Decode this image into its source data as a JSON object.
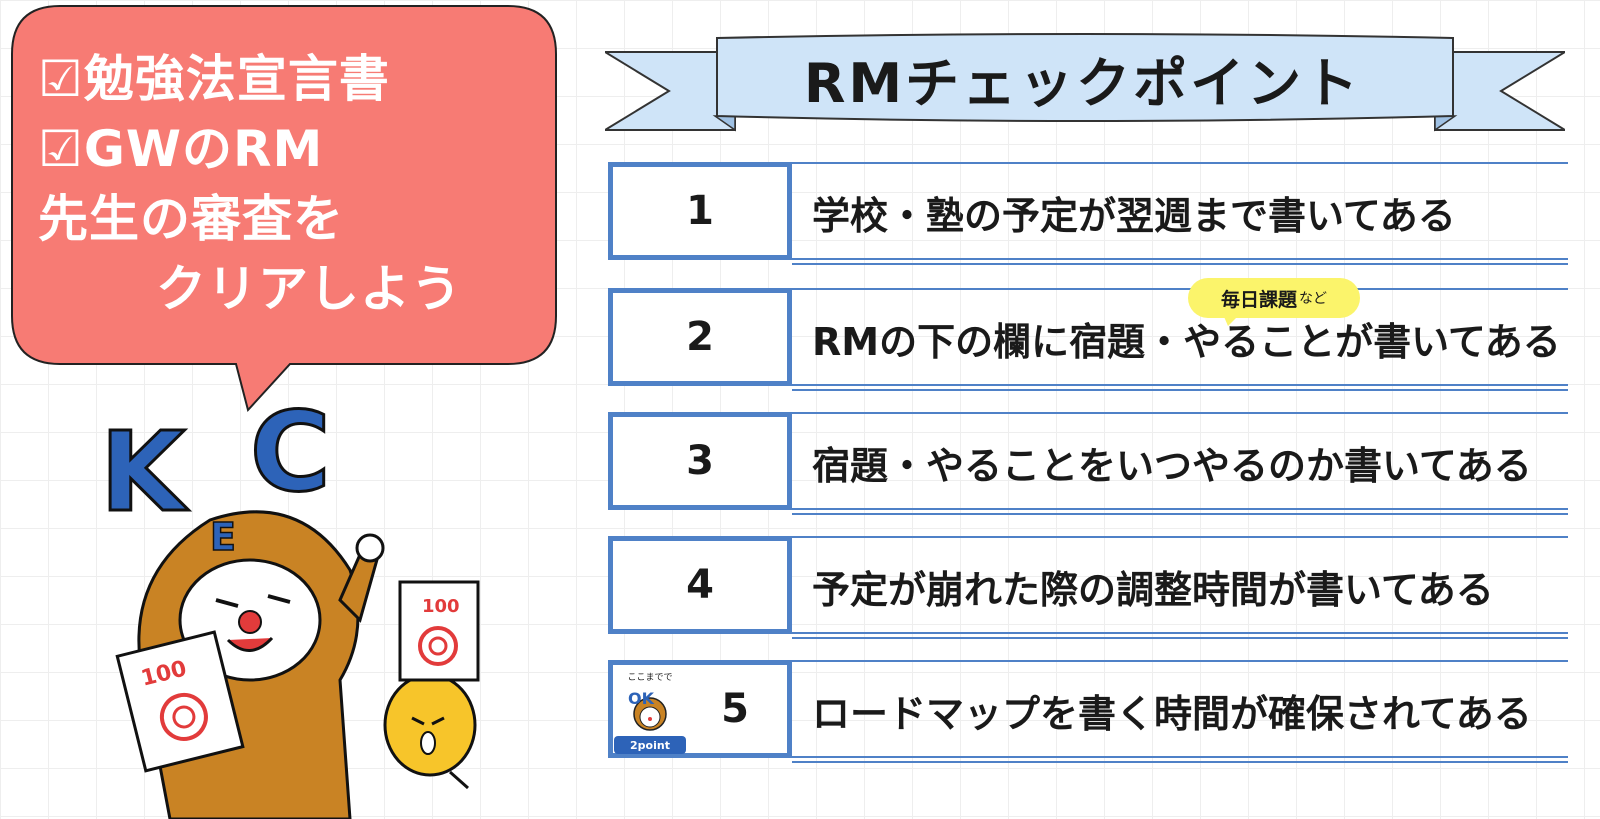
{
  "bubble": {
    "line1": "☑勉強法宣言書",
    "line2": "☑GWのRM",
    "line3": "先生の審査を",
    "line4": "クリアしよう",
    "color": "#f77b74"
  },
  "title": "RMチェックポイント",
  "note_tag": {
    "main": "毎日課題",
    "suffix": "など"
  },
  "checklist": [
    {
      "num": "1",
      "text": "学校・塾の予定が翌週まで書いてある"
    },
    {
      "num": "2",
      "text": "RMの下の欄に宿題・やることが書いてある"
    },
    {
      "num": "3",
      "text": "宿題・やることをいつやるのか書いてある"
    },
    {
      "num": "4",
      "text": "予定が崩れた際の調整時間が書いてある"
    },
    {
      "num": "5",
      "text": "ロードマップを書く時間が確保されてある"
    }
  ],
  "ok_badge": {
    "caption": "ここまでで",
    "ok": "OK",
    "points": "2point"
  },
  "mascot": {
    "antler_letters": [
      "K",
      "C"
    ],
    "hood_letter": "E",
    "paper_score": "100"
  },
  "colors": {
    "accent_blue": "#4f81c7",
    "ribbon_fill": "#cfe4f8",
    "tag_yellow": "#fbf46b",
    "mascot_brown": "#c98324",
    "chick_yellow": "#f7c52a"
  }
}
